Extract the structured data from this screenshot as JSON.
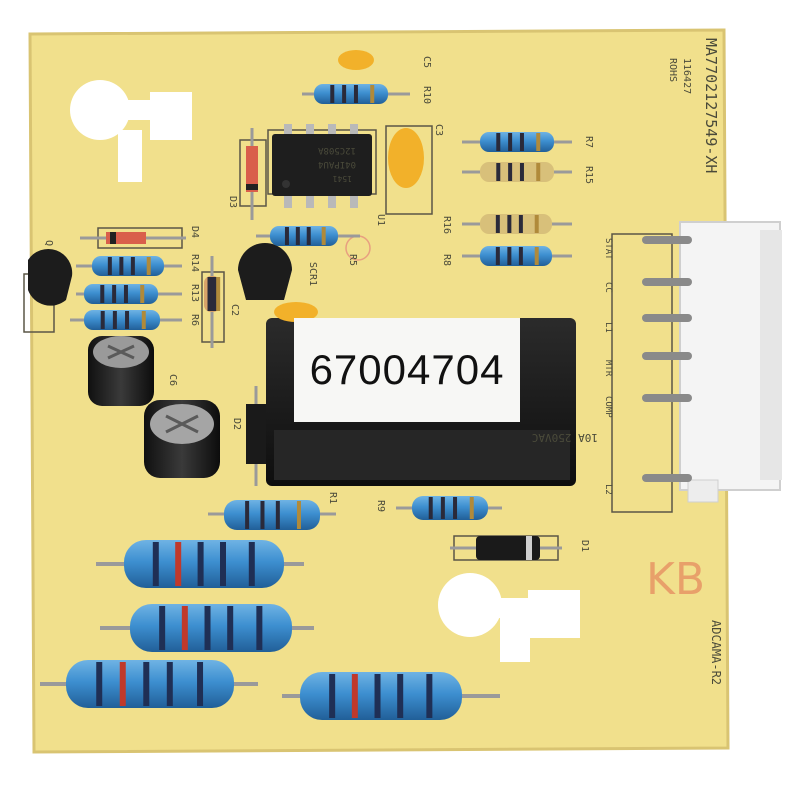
{
  "photo": {
    "subject": "printed circuit board",
    "colors": {
      "board": "#f1e08c",
      "board_edge": "#d9c472",
      "resistor_body": "#3d8fd0",
      "resistor_band": "#c0392b",
      "relay": "#1b1b1b",
      "connector": "#f4f4f4",
      "ic": "#1e1e1e",
      "capacitor_tantalum": "#f2b12a",
      "stamp": "#e8a06a"
    }
  },
  "sticker": {
    "text": "67004704"
  },
  "silkscreen": {
    "part_number": "MA7702127549-XH",
    "code": "116427",
    "rohs": "ROHS",
    "board_rev": "ADCAMA-R2",
    "stamp": "KB",
    "ic_top": "12C508A",
    "ic_mid": "04IPAU4",
    "ic_bot": "1541",
    "relay_rating": "10A 250VAC",
    "labels": {
      "c5": "C5",
      "r10": "R10",
      "c3": "C3",
      "r7": "R7",
      "r15": "R15",
      "r16": "R16",
      "r8": "R8",
      "u1": "U1",
      "d3": "D3",
      "d4": "D4",
      "r14": "R14",
      "r13": "R13",
      "r6": "R6",
      "c2": "C2",
      "scr1": "SCR1",
      "r5": "R5",
      "q": "Q",
      "d2": "D2",
      "r1": "R1",
      "r9": "R9",
      "d1": "D1",
      "c6": "C6"
    },
    "connector_pins": [
      "STAT",
      "CC",
      "L1",
      "MTR",
      "COMP",
      "L2"
    ]
  }
}
